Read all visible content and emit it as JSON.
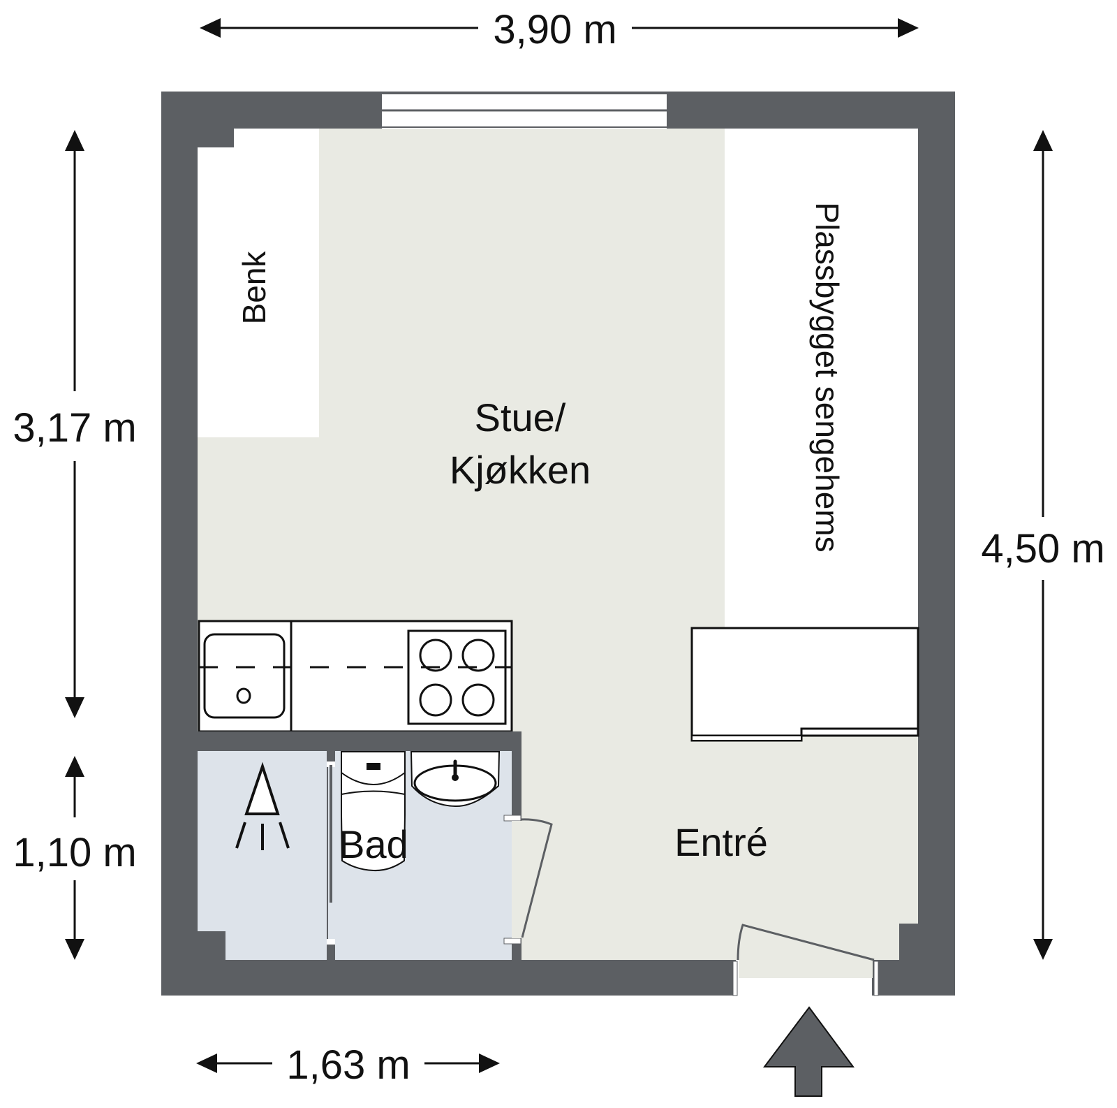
{
  "plan": {
    "rooms": [
      {
        "id": "stue",
        "label_line1": "Stue/",
        "label_line2": "Kjøkken"
      },
      {
        "id": "bad",
        "label": "Bad"
      },
      {
        "id": "entre",
        "label": "Entré"
      }
    ],
    "furniture": {
      "benk": "Benk",
      "sengehems": "Plassbygget sengehems"
    },
    "dimensions": {
      "top_width": "3,90 m",
      "left_upper": "3,17 m",
      "left_lower": "1,10 m",
      "right_height": "4,50 m",
      "bottom_width": "1,63 m"
    },
    "icons": {
      "entrance_arrow": "entrance-arrow-icon",
      "shower": "shower-icon",
      "toilet": "toilet-icon",
      "sink": "sink-icon",
      "stove": "stove-icon",
      "kitchen_sink": "kitchen-sink-icon"
    },
    "colors": {
      "wall": "#5c5f63",
      "living_floor": "#e9eae3",
      "bath_floor": "#dde3ea",
      "furniture": "#ffffff"
    }
  }
}
